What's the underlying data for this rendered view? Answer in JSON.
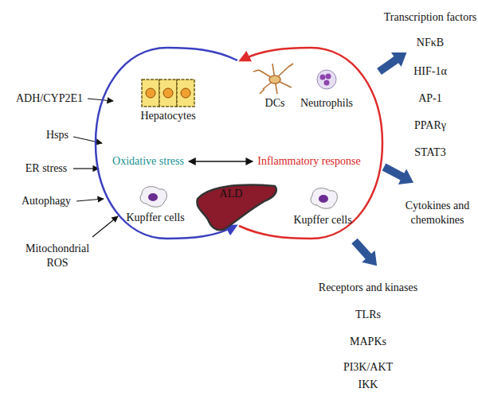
{
  "diagram": {
    "nodes": [
      {
        "text": [
          "Oxidative stress"
        ]
      },
      {
        "text": [
          "Inflammatory response"
        ]
      },
      {
        "text": [
          "ALD"
        ]
      }
    ],
    "edges": [
      {
        "from": 0,
        "to": 1,
        "arrow": "both"
      }
    ],
    "labels": [
      "ADH/CYP2E1",
      "Hsps",
      "ER stress",
      "Autophagy",
      "Mitochondrial ROS",
      "Hepatocytes",
      "Kupffer cells",
      "DCs",
      "Neutrophils",
      "Kupffer cells",
      "Transcription factors",
      "NFκB",
      "HIF-1α",
      "AP-1",
      "PPARγ",
      "STAT3",
      "Cytokines and chemokines",
      "Receptors and kinases",
      "TLRs",
      "MAPKs",
      "PI3K/AKT",
      "IKK"
    ]
  }
}
